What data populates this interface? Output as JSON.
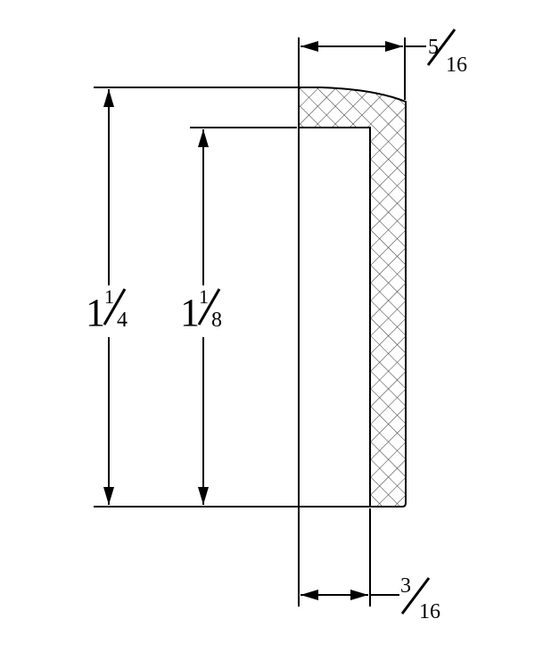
{
  "drawing": {
    "top_width": {
      "numerator": "5",
      "denominator": "16"
    },
    "bottom_width": {
      "numerator": "3",
      "denominator": "16"
    },
    "outer_height": {
      "whole": "1",
      "numerator": "1",
      "denominator": "4"
    },
    "inner_height": {
      "whole": "1",
      "numerator": "1",
      "denominator": "8"
    },
    "colors": {
      "line": "#000000",
      "background": "#ffffff"
    }
  }
}
